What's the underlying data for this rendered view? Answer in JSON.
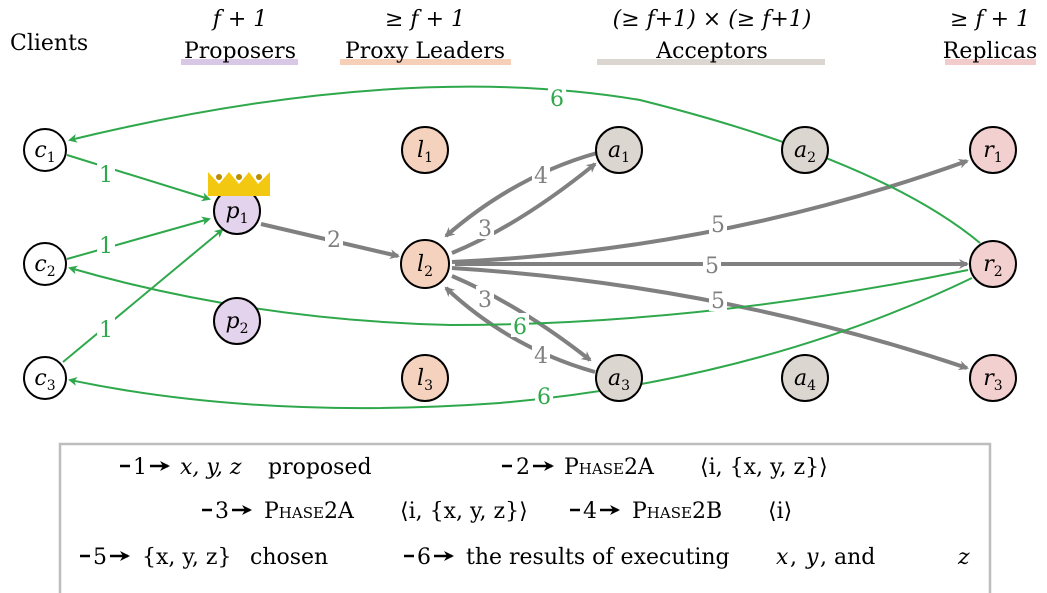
{
  "colors": {
    "client": "#ffffff",
    "proposer": "#e3d3ec",
    "proxy_leader": "#f5d2bd",
    "acceptor": "#dcd6d0",
    "replica": "#f2d0cf",
    "green": "#2ea84b",
    "gray": "#808080",
    "crown": "#f2c811",
    "crown_jewel": "#b88d00"
  },
  "columns": {
    "clients": {
      "title": "Clients",
      "count": ""
    },
    "proposers": {
      "title": "Proposers",
      "count": "f + 1"
    },
    "proxy_leaders": {
      "title": "Proxy Leaders",
      "count": "≥ f + 1"
    },
    "acceptors": {
      "title": "Acceptors",
      "count": "(≥ f+1) × (≥ f+1)"
    },
    "replicas": {
      "title": "Replicas",
      "count": "≥ f + 1"
    }
  },
  "nodes": {
    "c1": {
      "base": "c",
      "sub": "1"
    },
    "c2": {
      "base": "c",
      "sub": "2"
    },
    "c3": {
      "base": "c",
      "sub": "3"
    },
    "p1": {
      "base": "p",
      "sub": "1"
    },
    "p2": {
      "base": "p",
      "sub": "2"
    },
    "l1": {
      "base": "l",
      "sub": "1"
    },
    "l2": {
      "base": "l",
      "sub": "2"
    },
    "l3": {
      "base": "l",
      "sub": "3"
    },
    "a1": {
      "base": "a",
      "sub": "1"
    },
    "a2": {
      "base": "a",
      "sub": "2"
    },
    "a3": {
      "base": "a",
      "sub": "3"
    },
    "a4": {
      "base": "a",
      "sub": "4"
    },
    "r1": {
      "base": "r",
      "sub": "1"
    },
    "r2": {
      "base": "r",
      "sub": "2"
    },
    "r3": {
      "base": "r",
      "sub": "3"
    }
  },
  "edge_labels": {
    "one": "1",
    "two": "2",
    "three": "3",
    "four": "4",
    "five": "5",
    "six": "6"
  },
  "legend": {
    "row1": {
      "m1": "1",
      "t1a": "x, y, z",
      "t1b": "proposed",
      "m2": "2",
      "t2a": "Phase2A",
      "t2b": "⟨i, {x, y, z}⟩"
    },
    "row2": {
      "m3": "3",
      "t3a": "Phase2A",
      "t3b": "⟨i, {x, y, z}⟩",
      "m4": "4",
      "t4a": "Phase2B",
      "t4b": "⟨i⟩"
    },
    "row3": {
      "m5": "5",
      "t5a": "{x, y, z}",
      "t5b": "chosen",
      "m6": "6",
      "t6a": "the results of executing",
      "t6b": "x",
      "t6c": ",",
      "t6d": "y",
      "t6e": ", and",
      "t6f": "z"
    }
  }
}
